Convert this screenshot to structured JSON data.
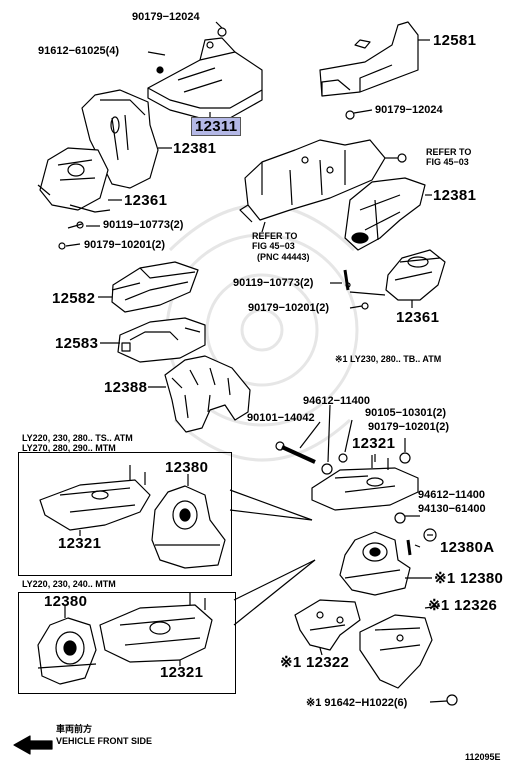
{
  "labels": {
    "p90179_12024_top": "90179−12024",
    "p91612_61025": "91612−61025(4)",
    "p12311": "12311",
    "p12581": "12581",
    "p90179_12024_mid": "90179−12024",
    "p12381_left": "12381",
    "p12381_right": "12381",
    "p12361_left": "12361",
    "p90119_10773_left": "90119−10773(2)",
    "p90179_10201_left": "90179−10201(2)",
    "refer_fig_45_03_a_1": "REFER TO",
    "refer_fig_45_03_a_2": "FIG 45−03",
    "refer_fig_45_03_b_1": "REFER TO",
    "refer_fig_45_03_b_2": "FIG 45−03",
    "refer_pnc": "(PNC 44443)",
    "p12582": "12582",
    "p12583": "12583",
    "p12388": "12388",
    "p90119_10773_right": "90119−10773(2)",
    "p90179_10201_right": "90179−10201(2)",
    "p12361_right": "12361",
    "note_star1": "※1  LY230, 280.. TB.. ATM",
    "p94612_11400_a": "94612−11400",
    "p90101_14042": "90101−14042",
    "p90105_10301": "90105−10301(2)",
    "p90179_10201_b": "90179−10201(2)",
    "p12321_right": "12321",
    "p94612_11400_b": "94612−11400",
    "p94130_61400": "94130−61400",
    "p12380A": "12380A",
    "p12380_star": "※1 12380",
    "p12326_star": "※1  12326",
    "p12322_star": "※1  12322",
    "p91642_star": "※1  91642−H1022(6)",
    "box1_header_1": "LY220, 230, 280.. TS.. ATM",
    "box1_header_2": "LY270, 280, 290.. MTM",
    "box1_p12380": "12380",
    "box1_p12321": "12321",
    "box2_header": "LY220, 230, 240.. MTM",
    "box2_p12380": "12380",
    "box2_p12321": "12321",
    "front_jp": "車両前方",
    "front_en": "VEHICLE FRONT SIDE",
    "diagram_id": "112095E"
  }
}
